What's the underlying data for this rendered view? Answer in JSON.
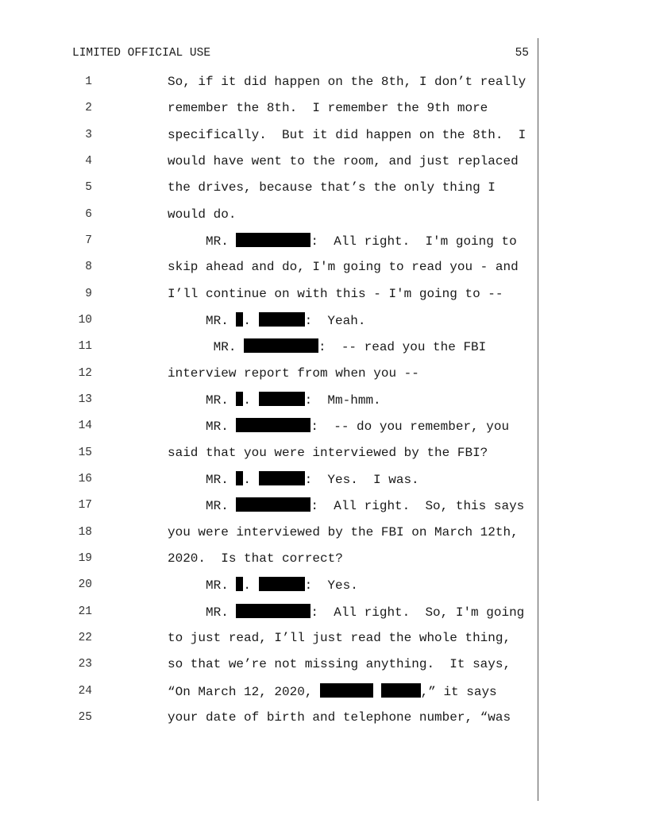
{
  "header": {
    "left": "LIMITED OFFICIAL USE",
    "page_number": "55"
  },
  "lines": [
    {
      "n": "1",
      "segs": [
        {
          "t": "So, if it did happen on the 8th, I don’t really"
        }
      ]
    },
    {
      "n": "2",
      "segs": [
        {
          "t": "remember the 8th.  I remember the 9th more"
        }
      ]
    },
    {
      "n": "3",
      "segs": [
        {
          "t": "specifically.  But it did happen on the 8th.  I"
        }
      ]
    },
    {
      "n": "4",
      "segs": [
        {
          "t": "would have went to the room, and just replaced"
        }
      ]
    },
    {
      "n": "5",
      "segs": [
        {
          "t": "the drives, because that’s the only thing I"
        }
      ]
    },
    {
      "n": "6",
      "segs": [
        {
          "t": "would do."
        }
      ]
    },
    {
      "n": "7",
      "segs": [
        {
          "t": "     MR. "
        },
        {
          "r": "long"
        },
        {
          "t": ":  All right.  I'm going to"
        }
      ]
    },
    {
      "n": "8",
      "segs": [
        {
          "t": "skip ahead and do, I'm going to read you - and"
        }
      ]
    },
    {
      "n": "9",
      "segs": [
        {
          "t": "I’ll continue on with this - I'm going to --"
        }
      ]
    },
    {
      "n": "10",
      "segs": [
        {
          "t": "     MR. "
        },
        {
          "r": "initial"
        },
        {
          "t": ". "
        },
        {
          "r": "short"
        },
        {
          "t": ":  Yeah."
        }
      ]
    },
    {
      "n": "11",
      "segs": [
        {
          "t": "      MR. "
        },
        {
          "r": "long"
        },
        {
          "t": ":  -- read you the FBI"
        }
      ]
    },
    {
      "n": "12",
      "segs": [
        {
          "t": "interview report from when you --"
        }
      ]
    },
    {
      "n": "13",
      "segs": [
        {
          "t": "     MR. "
        },
        {
          "r": "initial"
        },
        {
          "t": ". "
        },
        {
          "r": "short"
        },
        {
          "t": ":  Mm-hmm."
        }
      ]
    },
    {
      "n": "14",
      "segs": [
        {
          "t": "     MR. "
        },
        {
          "r": "long"
        },
        {
          "t": ":  -- do you remember, you"
        }
      ]
    },
    {
      "n": "15",
      "segs": [
        {
          "t": "said that you were interviewed by the FBI?"
        }
      ]
    },
    {
      "n": "16",
      "segs": [
        {
          "t": "     MR. "
        },
        {
          "r": "initial"
        },
        {
          "t": ". "
        },
        {
          "r": "short"
        },
        {
          "t": ":  Yes.  I was."
        }
      ]
    },
    {
      "n": "17",
      "segs": [
        {
          "t": "     MR. "
        },
        {
          "r": "long"
        },
        {
          "t": ":  All right.  So, this says"
        }
      ]
    },
    {
      "n": "18",
      "segs": [
        {
          "t": "you were interviewed by the FBI on March 12th,"
        }
      ]
    },
    {
      "n": "19",
      "segs": [
        {
          "t": "2020.  Is that correct?"
        }
      ]
    },
    {
      "n": "20",
      "segs": [
        {
          "t": "     MR. "
        },
        {
          "r": "initial"
        },
        {
          "t": ". "
        },
        {
          "r": "short"
        },
        {
          "t": ":  Yes."
        }
      ]
    },
    {
      "n": "21",
      "segs": [
        {
          "t": "     MR. "
        },
        {
          "r": "long"
        },
        {
          "t": ":  All right.  So, I'm going"
        }
      ]
    },
    {
      "n": "22",
      "segs": [
        {
          "t": "to just read, I’ll just read the whole thing,"
        }
      ]
    },
    {
      "n": "23",
      "segs": [
        {
          "t": "so that we’re not missing anything.  It says,"
        }
      ]
    },
    {
      "n": "24",
      "segs": [
        {
          "t": "“On March 12, 2020, "
        },
        {
          "r": "first"
        },
        {
          "t": " "
        },
        {
          "r": "last"
        },
        {
          "t": ",” it says"
        }
      ]
    },
    {
      "n": "25",
      "segs": [
        {
          "t": "your date of birth and telephone number, “was"
        }
      ]
    }
  ]
}
